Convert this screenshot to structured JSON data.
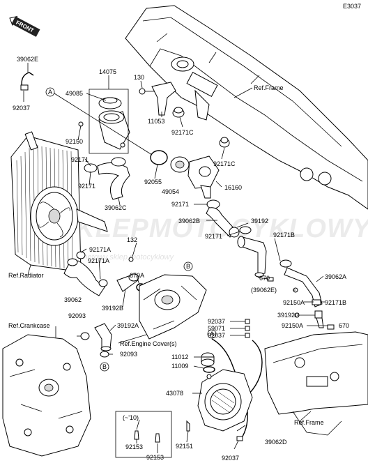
{
  "diagram_code": "E3037",
  "front_label": "FRONT",
  "watermark": {
    "brand": "SKLEPMOTOCYKLOWY.PL",
    "tagline": "internetowy sklep motocyklowy"
  },
  "refs": {
    "frame_top": "Ref.Frame",
    "radiator": "Ref.Radiator",
    "crankcase": "Ref.Crankcase",
    "engine_cover": "Ref.Engine Cover(s)",
    "frame_bottom": "Ref.Frame"
  },
  "callouts": {
    "A": "A",
    "B": "B",
    "note_1": "(~'10)"
  },
  "parts": {
    "p39062E_top": "39062E",
    "p92037_top": "92037",
    "p14075": "14075",
    "p49085": "49085",
    "p130": "130",
    "p11053": "11053",
    "p92171C_1": "92171C",
    "p92171C_2": "92171C",
    "p92150": "92150",
    "p92171_a": "92171",
    "p92171_b": "92171",
    "p92055": "92055",
    "p49054": "49054",
    "p16160": "16160",
    "p39062C": "39062C",
    "p92171_c": "92171",
    "p39062B": "39062B",
    "p39192": "39192",
    "p92171_d": "92171",
    "p92171B_1": "92171B",
    "p132": "132",
    "p92171A_1": "92171A",
    "p92171A_2": "92171A",
    "p670A": "670A",
    "p39062": "39062",
    "p39192B": "39192B",
    "p670_1": "670",
    "p39062E_mid": "(39062E)",
    "p39062A": "39062A",
    "p92150A_1": "92150A",
    "p92171B_2": "92171B",
    "p39192C": "39192C",
    "p92150A_2": "92150A",
    "p670_2": "670",
    "p92093_1": "92093",
    "p39192A": "39192A",
    "p92093_2": "92093",
    "p92037_mid": "92037",
    "p59071": "59071",
    "p92037_mid2": "92037",
    "p11012": "11012",
    "p11009": "11009",
    "p43078": "43078",
    "p92151": "92151",
    "p39062D": "39062D",
    "p92037_bot": "92037",
    "p92153_1": "92153",
    "p92153_2": "92153"
  }
}
